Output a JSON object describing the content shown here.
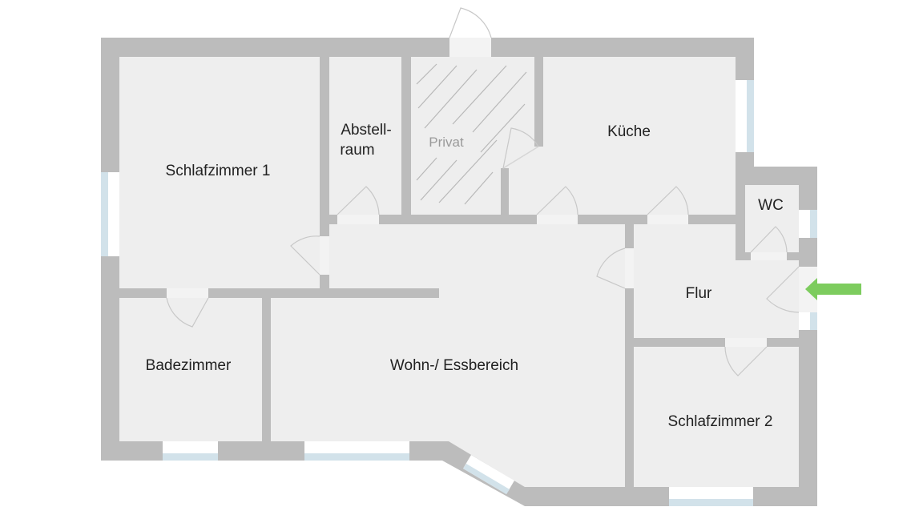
{
  "plan": {
    "rooms": {
      "schlafzimmer1": "Schlafzimmer 1",
      "abstellraum_line1": "Abstell-",
      "abstellraum_line2": "raum",
      "privat": "Privat",
      "kueche": "Küche",
      "wc": "WC",
      "flur": "Flur",
      "badezimmer": "Badezimmer",
      "wohn": "Wohn-/ Essbereich",
      "schlafzimmer2": "Schlafzimmer 2"
    },
    "colors": {
      "wall": "#bcbcbc",
      "floor": "#eeeeee",
      "window": "#d2e2ea",
      "entrance_arrow": "#7dcc5e"
    },
    "entrance_icon": "arrow-left-icon"
  }
}
